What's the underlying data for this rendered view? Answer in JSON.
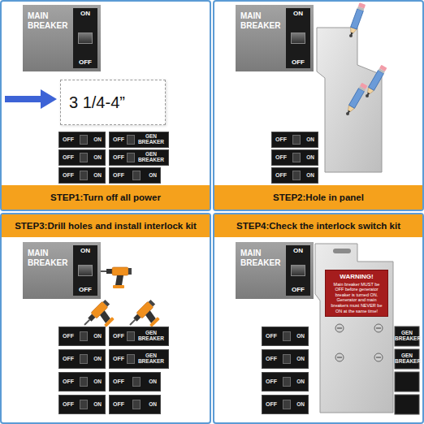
{
  "diagram": {
    "nodes": [
      {
        "text": [
          "MAIN BREAKER"
        ]
      },
      {
        "text": [
          "ON",
          "OFF"
        ],
        "in": 0
      },
      {
        "text": [
          "3 1/4-4”"
        ]
      },
      {
        "text": [
          "OFF",
          "ON"
        ]
      },
      {
        "text": [
          "OFF",
          "GEN BREAKER"
        ]
      },
      {
        "text": [
          "OFF",
          "ON"
        ]
      },
      {
        "text": [
          "OFF",
          "GEN BREAKER"
        ]
      },
      {
        "text": [
          "OFF",
          "ON"
        ]
      },
      {
        "text": [
          "OFF",
          "ON"
        ]
      },
      {
        "text": [
          "STEP1:Turn off all power"
        ]
      },
      {
        "text": [
          "MAIN BREAKER"
        ]
      },
      {
        "text": [
          "ON",
          "OFF"
        ],
        "in": 10
      },
      {
        "text": [
          "OFF",
          "ON"
        ]
      },
      {
        "text": [
          "OFF",
          "ON"
        ]
      },
      {
        "text": [
          "OFF",
          "ON"
        ]
      },
      {
        "text": [
          "STEP2:Hole in panel"
        ]
      },
      {
        "text": [
          "STEP3:Drill holes and install interlock kit"
        ]
      },
      {
        "text": [
          "MAIN BREAKER"
        ]
      },
      {
        "text": [
          "ON",
          "OFF"
        ],
        "in": 17
      },
      {
        "text": [
          "OFF",
          "ON"
        ]
      },
      {
        "text": [
          "OFF",
          "GEN BREAKER"
        ]
      },
      {
        "text": [
          "OFF",
          "ON"
        ]
      },
      {
        "text": [
          "OFF",
          "GEN BREAKER"
        ]
      },
      {
        "text": [
          "OFF",
          "ON"
        ]
      },
      {
        "text": [
          "OFF",
          "ON"
        ]
      },
      {
        "text": [
          "OFF",
          "ON"
        ]
      },
      {
        "text": [
          "OFF",
          "ON"
        ]
      },
      {
        "text": [
          "STEP4:Check the interlock switch kit"
        ]
      },
      {
        "text": [
          "MAIN BREAKER"
        ]
      },
      {
        "text": [
          "ON",
          "OFF"
        ],
        "in": 28
      },
      {
        "text": [
          "WARNING!",
          "Main breaker MUST be OFF before generator breaker is turned ON. Generator and main breakers must NEVER be ON at the same time!"
        ]
      },
      {
        "text": [
          "OFF",
          "ON"
        ]
      },
      {
        "text": [
          "OFF",
          "ON"
        ]
      },
      {
        "text": [
          "OFF",
          "ON"
        ]
      },
      {
        "text": [
          "OFF",
          "ON"
        ]
      }
    ],
    "labels": [
      "GEN BREAKER",
      "GEN BREAKER"
    ]
  }
}
